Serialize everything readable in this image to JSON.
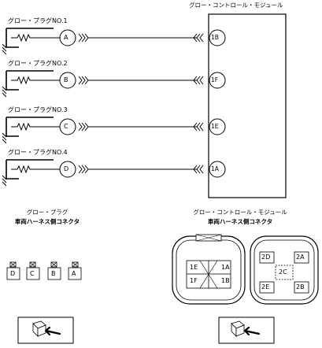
{
  "module": {
    "title": "グロー・コントロール・モジュール",
    "pins": [
      "1B",
      "1F",
      "1E",
      "1A"
    ]
  },
  "plugs": [
    {
      "label": "グロー・プラグNO.1",
      "pin": "A"
    },
    {
      "label": "グロー・プラグNO.2",
      "pin": "B"
    },
    {
      "label": "グロー・プラグNO.3",
      "pin": "C"
    },
    {
      "label": "グロー・プラグNO.4",
      "pin": "D"
    }
  ],
  "connectors": {
    "plug_side_title_1": "グロー・プラグ",
    "plug_side_title_2": "車両ハーネス側コネクタ",
    "module_side_title_1": "グロー・コントロール・モジュール",
    "module_side_title_2": "車両ハーネス側コネクタ",
    "plug_terminals": [
      "D",
      "C",
      "B",
      "A"
    ],
    "module_left_cells": [
      "1E",
      "1A",
      "1F",
      "1B"
    ],
    "module_right_cells": [
      "2D",
      "2A",
      "2C",
      "2E",
      "2B"
    ]
  }
}
